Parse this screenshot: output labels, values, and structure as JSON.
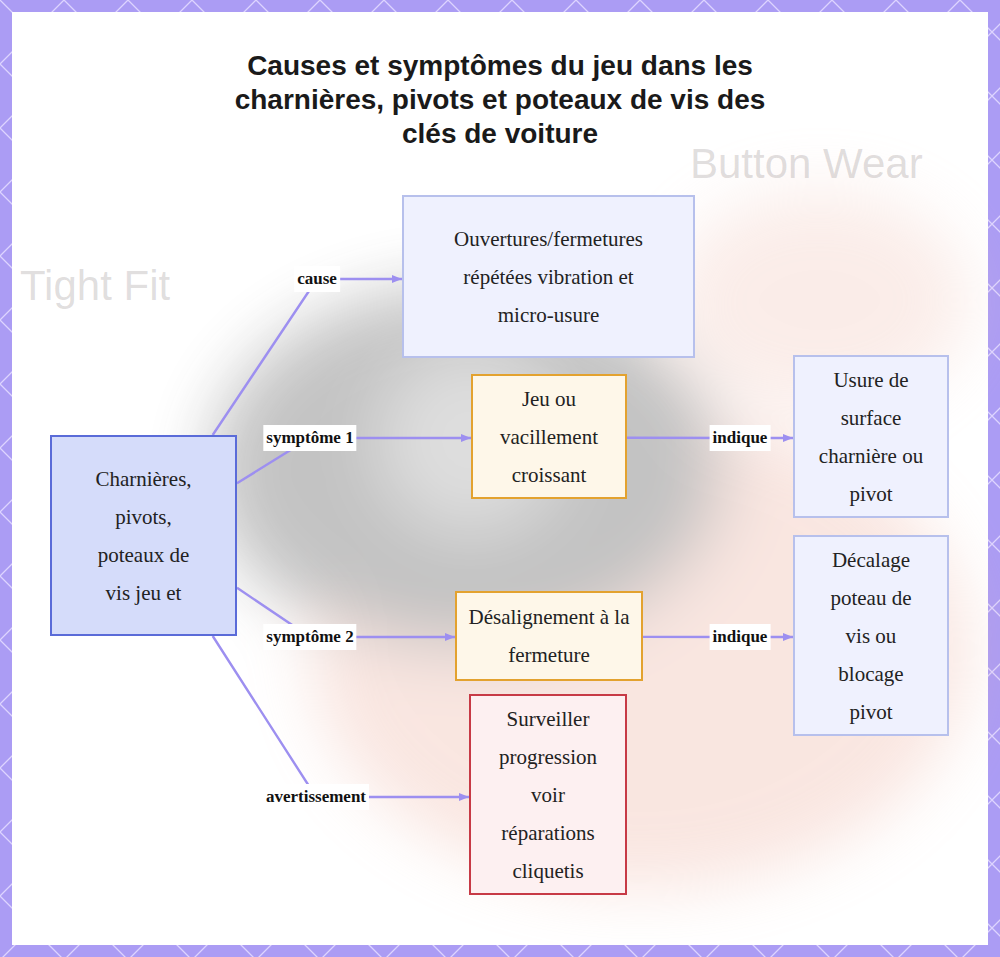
{
  "diagram": {
    "title": "Causes et symptômes du jeu dans les charnières, pivots et poteaux de vis des clés de voiture",
    "nodes": [
      {
        "text": [
          "Charnières, pivots, poteaux de vis jeu et"
        ]
      },
      {
        "text": [
          "Ouvertures/fermetures répétées vibration et micro-usure"
        ]
      },
      {
        "text": [
          "Jeu ou vacillement croissant"
        ]
      },
      {
        "text": [
          "Usure de surface charnière ou pivot"
        ]
      },
      {
        "text": [
          "Désalignement à la fermeture"
        ]
      },
      {
        "text": [
          "Décalage poteau de vis ou blocage pivot"
        ]
      },
      {
        "text": [
          "Surveiller progression voir réparations cliquetis"
        ]
      }
    ],
    "edges": [
      {
        "from": 0,
        "to": 1,
        "label": "cause",
        "arrow": "to"
      },
      {
        "from": 0,
        "to": 2,
        "label": "symptôme 1",
        "arrow": "to"
      },
      {
        "from": 2,
        "to": 3,
        "label": "indique",
        "arrow": "to"
      },
      {
        "from": 0,
        "to": 4,
        "label": "symptôme 2",
        "arrow": "to"
      },
      {
        "from": 4,
        "to": 5,
        "label": "indique",
        "arrow": "to"
      },
      {
        "from": 0,
        "to": 6,
        "label": "avertissement",
        "arrow": "to"
      }
    ],
    "labels": [
      "Button Wear",
      "Tight Fit"
    ]
  }
}
